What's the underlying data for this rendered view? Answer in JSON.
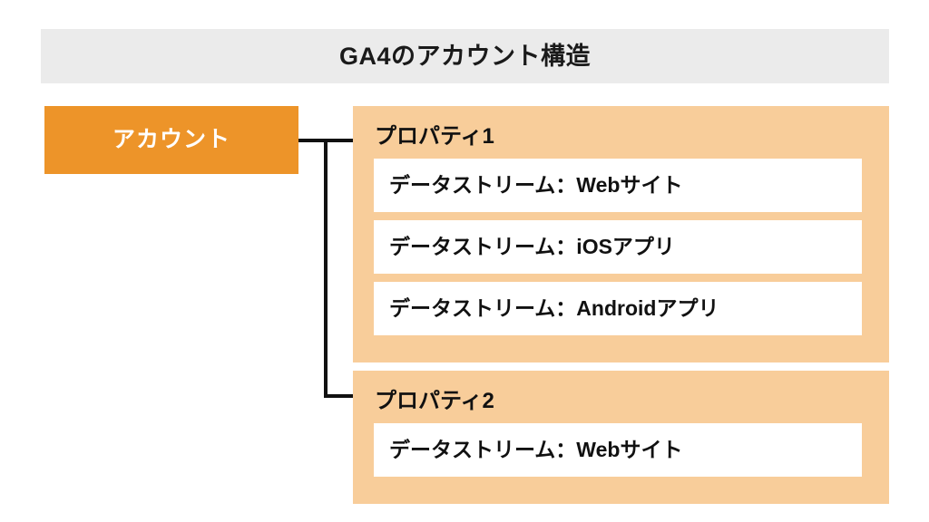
{
  "diagram": {
    "title": "GA4のアカウント構造",
    "account": {
      "label": "アカウント"
    },
    "properties": [
      {
        "name": "プロパティ1",
        "streams": [
          "データストリーム：Webサイト",
          "データストリーム：iOSアプリ",
          "データストリーム：Androidアプリ"
        ]
      },
      {
        "name": "プロパティ2",
        "streams": [
          "データストリーム：Webサイト"
        ]
      }
    ],
    "colors": {
      "title_bar_background": "#ebebeb",
      "account_background": "#ed9429",
      "account_text": "#ffffff",
      "property_background": "#f8cd9a",
      "stream_background": "#ffffff",
      "text": "#111111",
      "connector": "#111111",
      "page_background": "#ffffff"
    }
  }
}
